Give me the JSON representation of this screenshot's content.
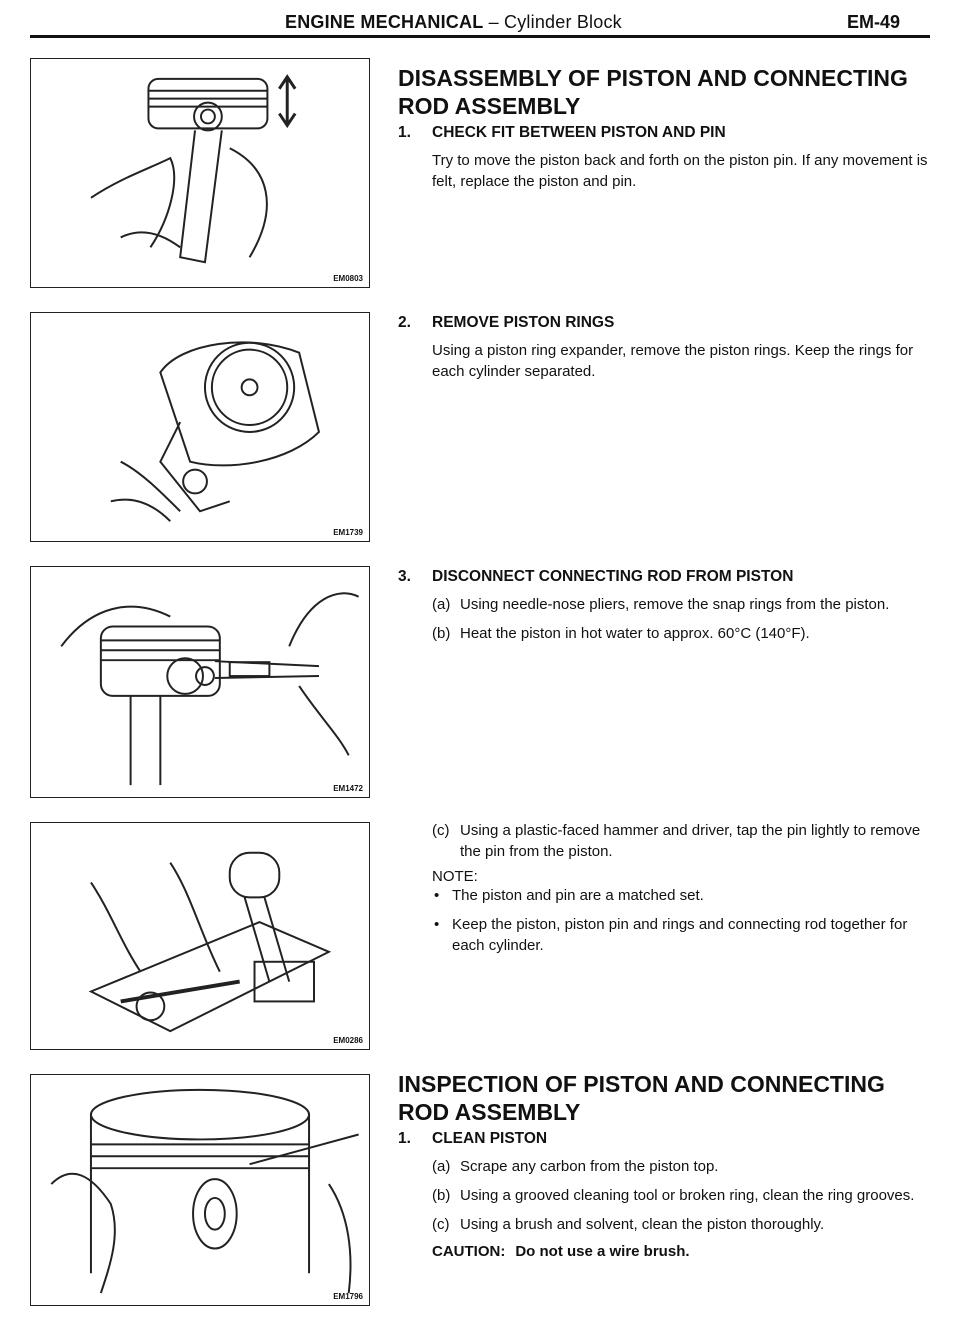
{
  "header": {
    "section": "ENGINE MECHANICAL",
    "separator": " – ",
    "subsection": "Cylinder Block",
    "page_code": "EM-49"
  },
  "figures": [
    {
      "code": "EM0803",
      "icon": "piston-pin-fit-check-illustration"
    },
    {
      "code": "EM1739",
      "icon": "piston-ring-expander-illustration"
    },
    {
      "code": "EM1472",
      "icon": "snap-ring-pliers-illustration"
    },
    {
      "code": "EM0286",
      "icon": "hammer-driver-pin-removal-illustration"
    },
    {
      "code": "EM1796",
      "icon": "piston-ring-groove-cleaning-illustration"
    }
  ],
  "disassembly": {
    "title": "DISASSEMBLY OF PISTON AND CONNECTING ROD ASSEMBLY",
    "step1": {
      "num": "1.",
      "title": "CHECK FIT BETWEEN PISTON AND PIN",
      "text": "Try to move the piston back and forth on the piston pin. If any movement is felt, replace the piston and pin."
    },
    "step2": {
      "num": "2.",
      "title": "REMOVE PISTON RINGS",
      "text": "Using a piston ring expander, remove the piston rings. Keep the rings for each cylinder separated."
    },
    "step3": {
      "num": "3.",
      "title": "DISCONNECT CONNECTING ROD FROM PISTON",
      "a_label": "(a)",
      "a_text": "Using needle-nose pliers, remove the snap rings from the piston.",
      "b_label": "(b)",
      "b_text": "Heat the piston in hot water to approx. 60°C (140°F).",
      "c_label": "(c)",
      "c_text": "Using a plastic-faced hammer and driver, tap the pin lightly to remove the pin from the piston.",
      "note_label": "NOTE:",
      "note1": "The piston and pin are a matched set.",
      "note2": "Keep the piston, piston pin and rings and connecting rod together for each cylinder."
    }
  },
  "inspection": {
    "title": "INSPECTION OF PISTON AND CONNECTING ROD ASSEMBLY",
    "step1": {
      "num": "1.",
      "title": "CLEAN PISTON",
      "a_label": "(a)",
      "a_text": "Scrape any carbon from the piston top.",
      "b_label": "(b)",
      "b_text": "Using a grooved cleaning tool or broken ring, clean the ring grooves.",
      "c_label": "(c)",
      "c_text": "Using a brush and solvent, clean the piston thoroughly.",
      "caution_label": "CAUTION:",
      "caution_text": "Do not use a wire brush."
    }
  }
}
